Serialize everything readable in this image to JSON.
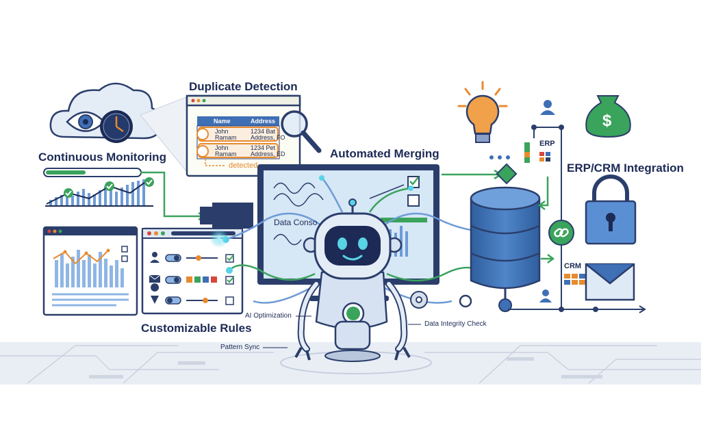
{
  "labels": {
    "continuous_monitoring": "Continuous Monitoring",
    "duplicate_detection": "Duplicate Detection",
    "automated_merging": "Automated Merging",
    "erp_crm_integration": "ERP/CRM Integration",
    "customizable_rules": "Customizable Rules",
    "ai_optimization": "AI Optimization",
    "pattern_sync": "Pattern Sync",
    "data_integrity_check": "Data Integrity Check",
    "data_console": "Data Conso"
  },
  "duplicate_table": {
    "headers": [
      "Name",
      "Address"
    ],
    "rows": [
      {
        "name_line1": "John",
        "name_line2": "Ramam",
        "address_line1": "1234 Bat",
        "address_line2": "Address, FO"
      },
      {
        "name_line1": "John",
        "name_line2": "Ramam",
        "address_line1": "1234 Pet",
        "address_line2": "Address, ED"
      }
    ],
    "status": "detected"
  },
  "integration": {
    "erp_label": "ERP",
    "crm_label": "CRM",
    "currency_symbol": "$"
  },
  "colors": {
    "navy": "#1c2a55",
    "blue": "#3f6fb5",
    "light_blue": "#cfe3f7",
    "green": "#3aa35c",
    "orange": "#e88a2e",
    "red": "#d9463b",
    "glow": "#59d3e6"
  },
  "icons": [
    "cloud-icon",
    "eye-icon",
    "clock-icon",
    "magnifier-icon",
    "lightbulb-icon",
    "user-icon",
    "money-bag-icon",
    "padlock-icon",
    "envelope-icon",
    "link-icon",
    "database-icon",
    "robot-icon",
    "gear-icon",
    "location-pin-icon"
  ]
}
